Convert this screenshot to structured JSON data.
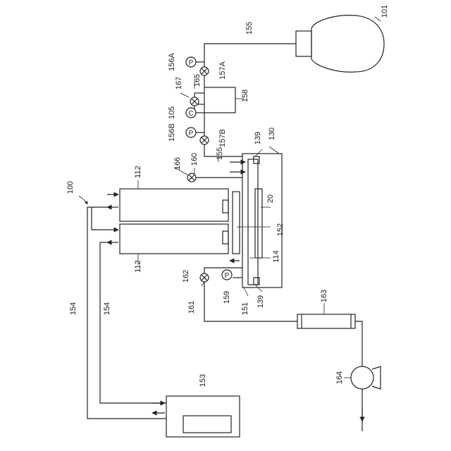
{
  "ref": {
    "n100": "100",
    "n101": "101",
    "n105": "105",
    "n112_top": "112",
    "n112_bottom": "112",
    "n114": "114",
    "n130": "130",
    "n139_top": "139",
    "n139_bottom": "139",
    "n151": "151",
    "n152": "152",
    "n153": "153",
    "n154_left": "154",
    "n154_right": "154",
    "n155_top": "155",
    "n155_mid": "155",
    "n156A": "156A",
    "n156B": "156B",
    "n157A": "157A",
    "n157B": "157B",
    "n158": "158",
    "n159": "159",
    "n160": "160",
    "n161": "161",
    "n162": "162",
    "n163": "163",
    "n164": "164",
    "n165": "165",
    "n166": "166",
    "n167": "167",
    "n20": "20"
  },
  "symbols": {
    "pressure": "P",
    "concentration": "C"
  }
}
